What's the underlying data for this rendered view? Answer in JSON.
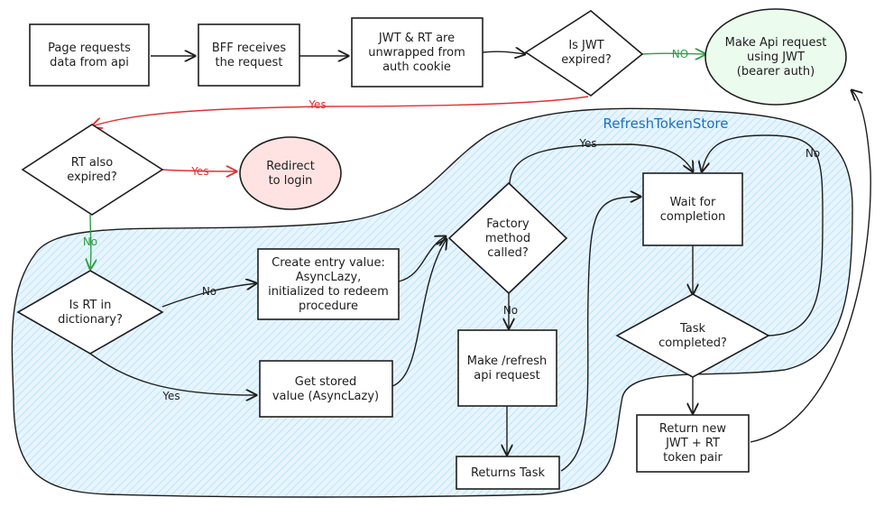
{
  "region": {
    "title": "RefreshTokenStore"
  },
  "nodes": {
    "page_requests": {
      "lines": [
        "Page requests",
        "data from api"
      ]
    },
    "bff": {
      "lines": [
        "BFF receives",
        "the request"
      ]
    },
    "unwrap": {
      "lines": [
        "JWT & RT are",
        "unwrapped from",
        "auth cookie"
      ]
    },
    "jwt_expired": {
      "lines": [
        "Is JWT",
        "expired?"
      ]
    },
    "make_api": {
      "lines": [
        "Make Api request",
        "using JWT",
        "(bearer auth)"
      ]
    },
    "rt_expired": {
      "lines": [
        "RT also",
        "expired?"
      ]
    },
    "redirect": {
      "lines": [
        "Redirect",
        "to login"
      ]
    },
    "rt_dict": {
      "lines": [
        "Is RT in",
        "dictionary?"
      ]
    },
    "create_entry": {
      "lines": [
        "Create entry value:",
        "AsyncLazy,",
        "initialized to redeem",
        "procedure"
      ]
    },
    "get_stored": {
      "lines": [
        "Get stored",
        "value (AsyncLazy)"
      ]
    },
    "factory": {
      "lines": [
        "Factory",
        "method",
        "called?"
      ]
    },
    "refresh_req": {
      "lines": [
        "Make /refresh",
        "api request"
      ]
    },
    "returns_task": {
      "lines": [
        "Returns Task"
      ]
    },
    "wait": {
      "lines": [
        "Wait for",
        "completion"
      ]
    },
    "task_completed": {
      "lines": [
        "Task",
        "completed?"
      ]
    },
    "return_pair": {
      "lines": [
        "Return new",
        "JWT + RT",
        "token pair"
      ]
    }
  },
  "edge_labels": {
    "jwt_no": "NO",
    "jwt_yes": "Yes",
    "rt_yes": "Yes",
    "rt_no": "No",
    "dict_no": "No",
    "dict_yes": "Yes",
    "factory_yes": "Yes",
    "factory_no": "No",
    "task_no": "No"
  },
  "colors": {
    "region_fill": "#e7f5ff",
    "region_hatch": "#a5d8ff",
    "region_title": "#1971c2",
    "redirect_fill": "#ffe3e3",
    "api_fill": "#ebfbee",
    "red": "#e03131",
    "green": "#2f9e44"
  }
}
